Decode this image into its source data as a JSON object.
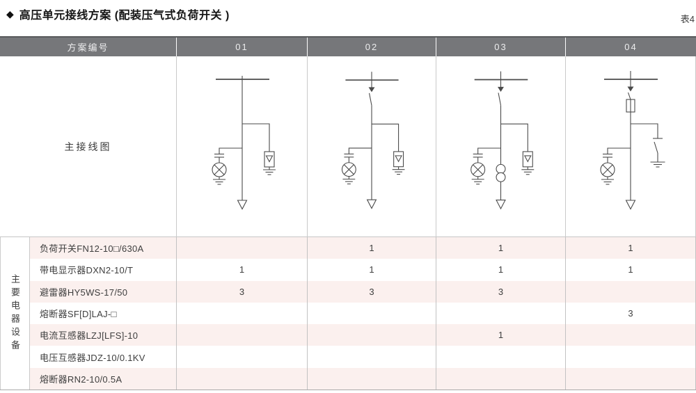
{
  "title": {
    "bullet": "◆",
    "text": "高压单元接线方案 (配装压气式负荷开关 )",
    "table_tag": "表4"
  },
  "header": {
    "scheme_label": "方案编号",
    "schemes": [
      "01",
      "02",
      "03",
      "04"
    ]
  },
  "diagram_row": {
    "label": "主接线图"
  },
  "side_label": {
    "text": "主要电器设备"
  },
  "equipment": {
    "rows": [
      {
        "label": "负荷开关FN12-10□/630A",
        "values": [
          "",
          "1",
          "1",
          "1"
        ]
      },
      {
        "label": "带电显示器DXN2-10/T",
        "values": [
          "1",
          "1",
          "1",
          "1"
        ]
      },
      {
        "label": "避雷器HY5WS-17/50",
        "values": [
          "3",
          "3",
          "3",
          ""
        ]
      },
      {
        "label": "熔断器SF[D]LAJ-□",
        "values": [
          "",
          "",
          "",
          "3"
        ]
      },
      {
        "label": "电流互感器LZJ[LFS]-10",
        "values": [
          "",
          "",
          "1",
          ""
        ]
      },
      {
        "label": "电压互感器JDZ-10/0.1KV",
        "values": [
          "",
          "",
          "",
          ""
        ]
      },
      {
        "label": "熔断器RN2-10/0.5A",
        "values": [
          "",
          "",
          "",
          ""
        ]
      }
    ]
  },
  "diagrams": [
    {
      "id": "01",
      "components": [
        "busbar",
        "voltage-indicator",
        "surge-arrester",
        "cable-outlet"
      ]
    },
    {
      "id": "02",
      "components": [
        "busbar",
        "load-switch",
        "voltage-indicator",
        "surge-arrester",
        "cable-outlet"
      ]
    },
    {
      "id": "03",
      "components": [
        "busbar",
        "load-switch",
        "voltage-indicator",
        "current-transformer",
        "surge-arrester",
        "cable-outlet"
      ]
    },
    {
      "id": "04",
      "components": [
        "busbar",
        "load-switch",
        "fuse",
        "voltage-indicator",
        "earthing-switch",
        "cable-outlet"
      ]
    }
  ],
  "colors": {
    "header_bg": "#76777a",
    "header_top_border": "#58595b",
    "header_text": "#ededee",
    "row_pink": "#fbf0ee",
    "row_white": "#ffffff",
    "grid_border": "#c6c6c6",
    "diagram_line": "#4a4a4a",
    "text": "#3e3e3e"
  }
}
